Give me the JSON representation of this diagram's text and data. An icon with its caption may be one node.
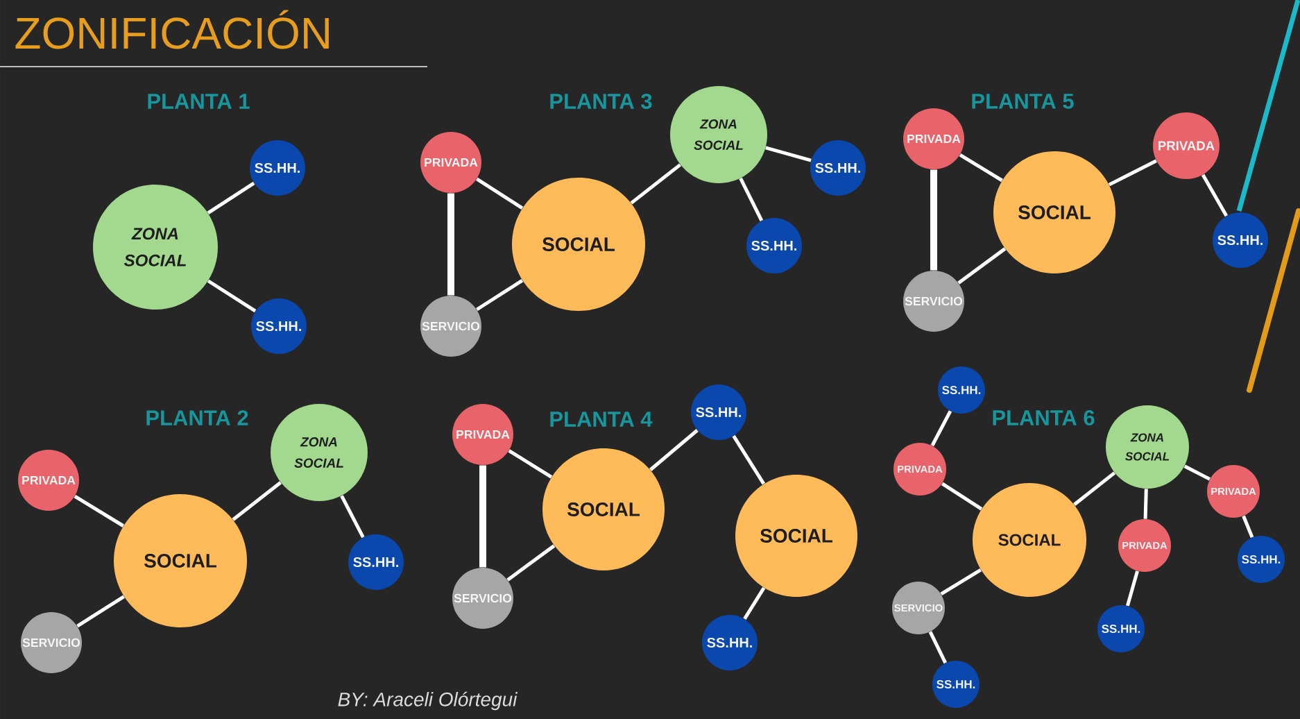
{
  "diagram": {
    "title": "ZONIFICACIÓN",
    "nodes": [
      {
        "text": [
          "ZONA SOCIAL"
        ]
      },
      {
        "text": [
          "SS.HH."
        ]
      },
      {
        "text": [
          "SS.HH."
        ]
      },
      {
        "text": [
          "PRIVADA"
        ]
      },
      {
        "text": [
          "SOCIAL"
        ]
      },
      {
        "text": [
          "SERVICIO"
        ]
      },
      {
        "text": [
          "ZONA SOCIAL"
        ]
      },
      {
        "text": [
          "SS.HH."
        ]
      },
      {
        "text": [
          "SS.HH."
        ]
      },
      {
        "text": [
          "PRIVADA"
        ]
      },
      {
        "text": [
          "SOCIAL"
        ]
      },
      {
        "text": [
          "SERVICIO"
        ]
      },
      {
        "text": [
          "PRIVADA"
        ]
      },
      {
        "text": [
          "SS.HH."
        ]
      },
      {
        "text": [
          "PRIVADA"
        ]
      },
      {
        "text": [
          "SOCIAL"
        ]
      },
      {
        "text": [
          "SERVICIO"
        ]
      },
      {
        "text": [
          "ZONA SOCIAL"
        ]
      },
      {
        "text": [
          "SS.HH."
        ]
      },
      {
        "text": [
          "PRIVADA"
        ]
      },
      {
        "text": [
          "SOCIAL"
        ]
      },
      {
        "text": [
          "SERVICIO"
        ]
      },
      {
        "text": [
          "SS.HH."
        ]
      },
      {
        "text": [
          "SOCIAL"
        ]
      },
      {
        "text": [
          "SS.HH."
        ]
      },
      {
        "text": [
          "SS.HH."
        ]
      },
      {
        "text": [
          "PRIVADA"
        ]
      },
      {
        "text": [
          "SOCIAL"
        ]
      },
      {
        "text": [
          "SERVICIO"
        ]
      },
      {
        "text": [
          "SS.HH."
        ]
      },
      {
        "text": [
          "ZONA SOCIAL"
        ]
      },
      {
        "text": [
          "PRIVADA"
        ]
      },
      {
        "text": [
          "SS.HH."
        ]
      },
      {
        "text": [
          "PRIVADA"
        ]
      },
      {
        "text": [
          "SS.HH."
        ]
      }
    ],
    "edges": [
      {
        "from": 0,
        "to": 1,
        "arrow": "none"
      },
      {
        "from": 0,
        "to": 2,
        "arrow": "none"
      },
      {
        "from": 3,
        "to": 4,
        "arrow": "none"
      },
      {
        "from": 3,
        "to": 5,
        "arrow": "none",
        "style": "thick"
      },
      {
        "from": 5,
        "to": 4,
        "arrow": "none"
      },
      {
        "from": 4,
        "to": 6,
        "arrow": "none"
      },
      {
        "from": 6,
        "to": 7,
        "arrow": "none"
      },
      {
        "from": 6,
        "to": 8,
        "arrow": "none"
      },
      {
        "from": 9,
        "to": 10,
        "arrow": "none"
      },
      {
        "from": 9,
        "to": 11,
        "arrow": "none",
        "style": "thick"
      },
      {
        "from": 11,
        "to": 10,
        "arrow": "none"
      },
      {
        "from": 10,
        "to": 12,
        "arrow": "none"
      },
      {
        "from": 12,
        "to": 13,
        "arrow": "none"
      },
      {
        "from": 14,
        "to": 15,
        "arrow": "none"
      },
      {
        "from": 16,
        "to": 15,
        "arrow": "none"
      },
      {
        "from": 15,
        "to": 17,
        "arrow": "none"
      },
      {
        "from": 17,
        "to": 18,
        "arrow": "none"
      },
      {
        "from": 19,
        "to": 20,
        "arrow": "none"
      },
      {
        "from": 19,
        "to": 21,
        "arrow": "none",
        "style": "thick"
      },
      {
        "from": 21,
        "to": 20,
        "arrow": "none"
      },
      {
        "from": 20,
        "to": 22,
        "arrow": "none"
      },
      {
        "from": 22,
        "to": 23,
        "arrow": "none"
      },
      {
        "from": 23,
        "to": 24,
        "arrow": "none"
      },
      {
        "from": 25,
        "to": 26,
        "arrow": "none"
      },
      {
        "from": 26,
        "to": 27,
        "arrow": "none"
      },
      {
        "from": 27,
        "to": 28,
        "arrow": "none"
      },
      {
        "from": 28,
        "to": 29,
        "arrow": "none"
      },
      {
        "from": 27,
        "to": 30,
        "arrow": "none"
      },
      {
        "from": 30,
        "to": 31,
        "arrow": "none"
      },
      {
        "from": 31,
        "to": 32,
        "arrow": "none"
      },
      {
        "from": 30,
        "to": 33,
        "arrow": "none"
      },
      {
        "from": 33,
        "to": 34,
        "arrow": "none"
      }
    ],
    "labels": [
      "PLANTA 1",
      "PLANTA 3",
      "PLANTA 5",
      "PLANTA 2",
      "PLANTA 4",
      "PLANTA 6",
      "BY: Araceli Olórtegui"
    ]
  }
}
